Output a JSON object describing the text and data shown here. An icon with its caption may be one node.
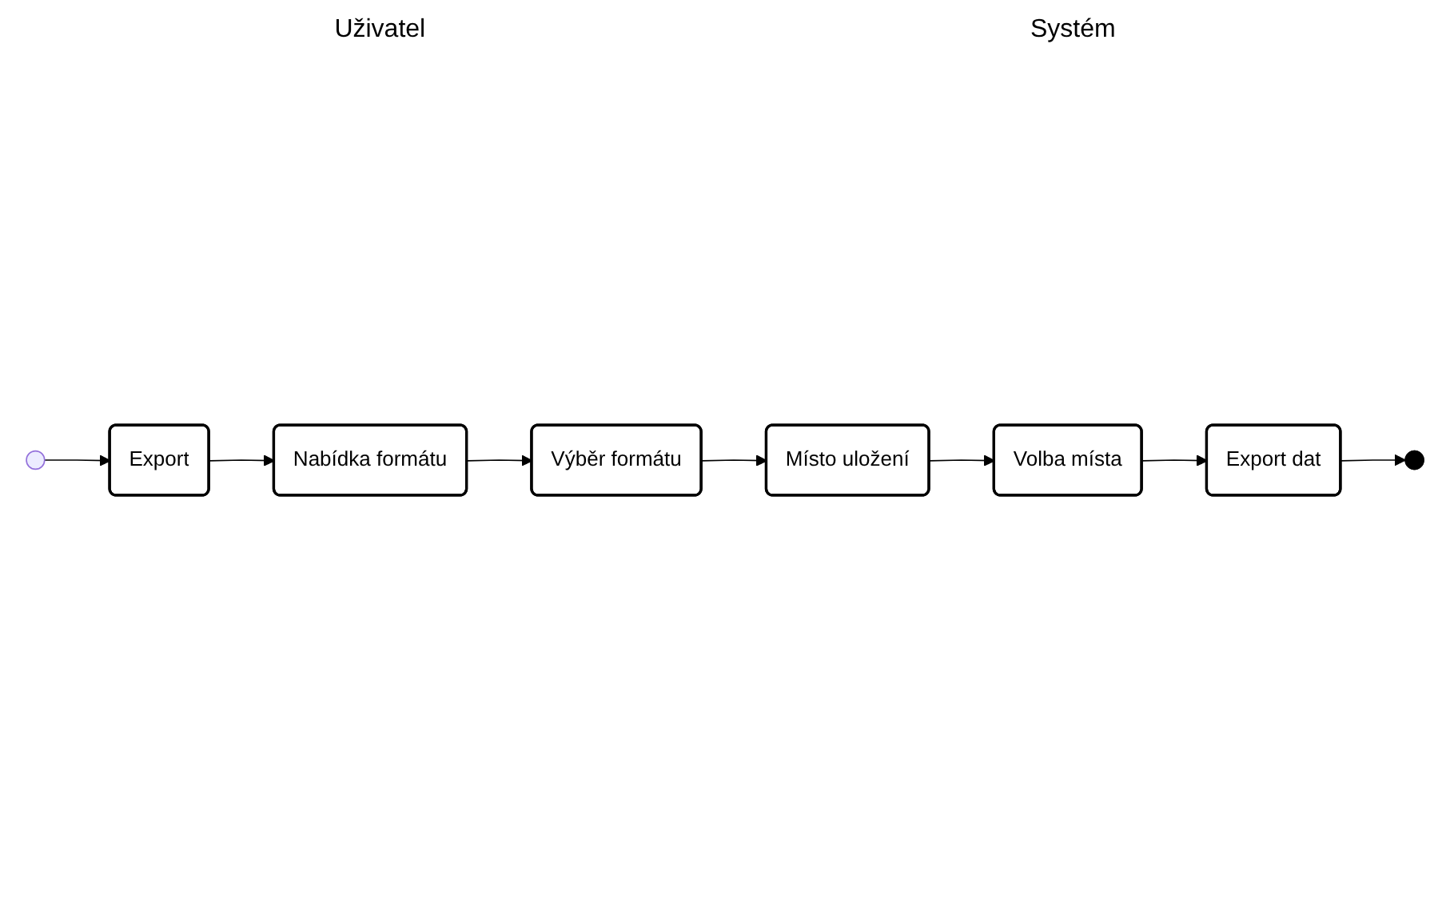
{
  "diagram": {
    "nodes": [
      {
        "text": [],
        "shape": "circle"
      },
      {
        "text": [
          "Export"
        ]
      },
      {
        "text": [
          "Nabídka formátu"
        ]
      },
      {
        "text": [
          "Výběr formátu"
        ]
      },
      {
        "text": [
          "Místo uložení"
        ]
      },
      {
        "text": [
          "Volba místa"
        ]
      },
      {
        "text": [
          "Export dat"
        ]
      },
      {
        "text": [],
        "shape": "circle"
      }
    ],
    "edges": [
      {
        "from": 0,
        "to": 1,
        "arrow": "to"
      },
      {
        "from": 1,
        "to": 2,
        "arrow": "to"
      },
      {
        "from": 2,
        "to": 3,
        "arrow": "to"
      },
      {
        "from": 3,
        "to": 4,
        "arrow": "to"
      },
      {
        "from": 4,
        "to": 5,
        "arrow": "to"
      },
      {
        "from": 5,
        "to": 6,
        "arrow": "to"
      },
      {
        "from": 6,
        "to": 7,
        "arrow": "to"
      }
    ],
    "labels": [
      "Uživatel",
      "Systém"
    ]
  }
}
